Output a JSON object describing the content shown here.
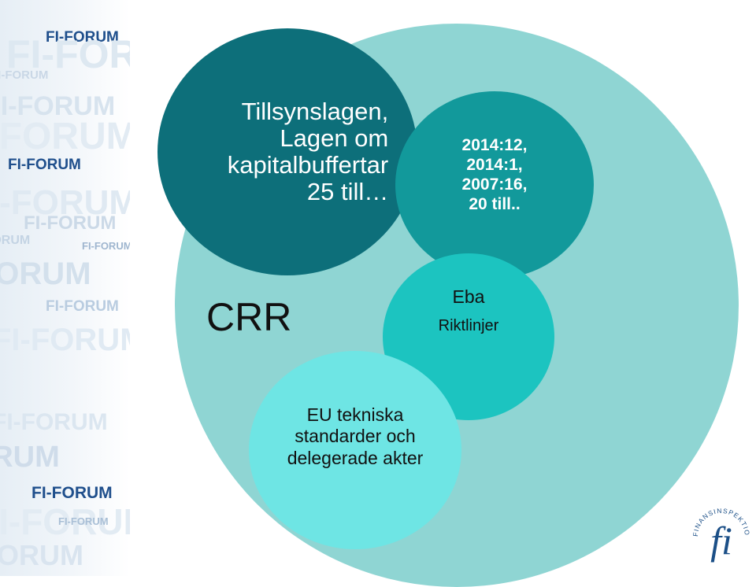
{
  "watermark": {
    "text": "FI-FORUM"
  },
  "diagram": {
    "big_circle": {
      "label": "CRR"
    },
    "dark_circle": {
      "label": "Tillsynslagen,\nLagen om\nkapitalbuffertar\n25 till…"
    },
    "teal_circle": {
      "label": "2014:12,\n2014:1,\n2007:16,\n20 till.."
    },
    "mid_circle": {
      "title": "Eba",
      "subtitle": "Riktlinjer"
    },
    "light_circle": {
      "label": "EU tekniska\nstandarder och\ndelegerade akter"
    }
  },
  "logo": {
    "ring_text": "FINANSINSPEKTIONEN",
    "monogram": "fi"
  },
  "colors": {
    "big": "#8fd5d3",
    "dark": "#0d6f7a",
    "teal": "#12999b",
    "mid": "#1cc4c0",
    "light": "#6ee5e4",
    "brand": "#1b4f87"
  }
}
